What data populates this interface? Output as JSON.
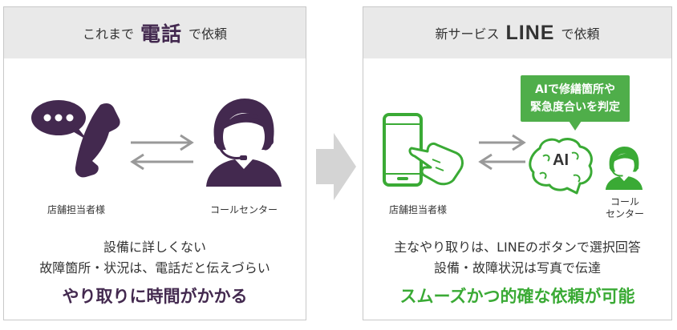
{
  "left_panel": {
    "header_pre": "これまで",
    "header_big": "電話",
    "header_post": "で依頼",
    "actor_store": "店舗担当者様",
    "actor_center": "コールセンター",
    "line1": "設備に詳しくない",
    "line2": "故障箇所・状況は、電話だと伝えづらい",
    "emphasis": "やり取りに時間がかかる"
  },
  "right_panel": {
    "header_pre": "新サービス",
    "header_big": "LINE",
    "header_post": "で依頼",
    "bubble_line1": "AIで修繕箇所や",
    "bubble_line2": "緊急度合いを判定",
    "ai_text": "AI",
    "actor_store": "店舗担当者様",
    "actor_center_1": "コール",
    "actor_center_2": "センター",
    "line1": "主なやり取りは、LINEのボタンで選択回答",
    "line2": "設備・故障状況は写真で伝達",
    "emphasis": "スムーズかつ的確な依頼が可能"
  },
  "colors": {
    "purple": "#43294f",
    "green": "#3aaa35",
    "gray_header": "#e9e9e9",
    "arrow_gray": "#999999"
  },
  "icons": {
    "left_store": "phone-speech-icon",
    "left_center": "operator-headset-icon",
    "right_store": "smartphone-touch-icon",
    "right_ai": "ai-brain-icon",
    "right_center": "operator-headset-icon"
  }
}
